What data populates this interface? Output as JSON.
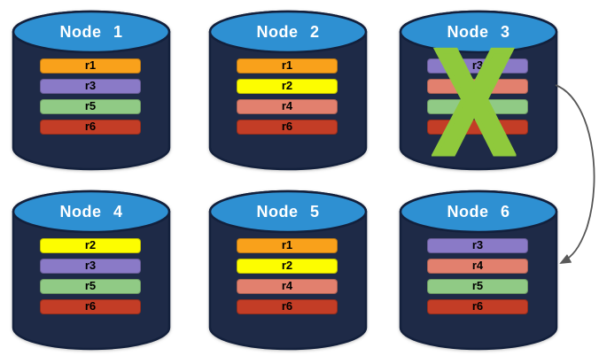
{
  "nodes": [
    {
      "title": "Node 1",
      "bars": [
        {
          "label": "r1",
          "color": "#F9A11B"
        },
        {
          "label": "r3",
          "color": "#8A7AC7"
        },
        {
          "label": "r5",
          "color": "#90CA85"
        },
        {
          "label": "r6",
          "color": "#C33D26"
        }
      ]
    },
    {
      "title": "Node 2",
      "bars": [
        {
          "label": "r1",
          "color": "#F9A11B"
        },
        {
          "label": "r2",
          "color": "#FDFD00"
        },
        {
          "label": "r4",
          "color": "#E2806E"
        },
        {
          "label": "r6",
          "color": "#C33D26"
        }
      ]
    },
    {
      "title": "Node 3",
      "failed": true,
      "bars": [
        {
          "label": "r3",
          "color": "#8A7AC7"
        },
        {
          "label": "",
          "color": "#E2806E"
        },
        {
          "label": "",
          "color": "#90CA85"
        },
        {
          "label": "",
          "color": "#C33D26"
        }
      ]
    },
    {
      "title": "Node 4",
      "bars": [
        {
          "label": "r2",
          "color": "#FDFD00"
        },
        {
          "label": "r3",
          "color": "#8A7AC7"
        },
        {
          "label": "r5",
          "color": "#90CA85"
        },
        {
          "label": "r6",
          "color": "#C33D26"
        }
      ]
    },
    {
      "title": "Node 5",
      "bars": [
        {
          "label": "r1",
          "color": "#F9A11B"
        },
        {
          "label": "r2",
          "color": "#FDFD00"
        },
        {
          "label": "r4",
          "color": "#E2806E"
        },
        {
          "label": "r6",
          "color": "#C33D26"
        }
      ]
    },
    {
      "title": "Node 6",
      "bars": [
        {
          "label": "r3",
          "color": "#8A7AC7"
        },
        {
          "label": "r4",
          "color": "#E2806E"
        },
        {
          "label": "r5",
          "color": "#90CA85"
        },
        {
          "label": "r6",
          "color": "#C33D26"
        }
      ]
    }
  ],
  "x_mark": {
    "glyph": "X",
    "color": "#8FC93C",
    "over_node": "Node 3"
  },
  "arrow": {
    "from": "Node 3",
    "to": "Node 6",
    "color": "#555555",
    "head_color": "#595959"
  },
  "colors": {
    "background": "#FFFFFF",
    "cylinder_top": "#2E90D2",
    "cylinder_body": "#1E2A47",
    "cylinder_border": "#13203C",
    "title_text": "#FFFFFF",
    "bar_text": "#000000"
  }
}
